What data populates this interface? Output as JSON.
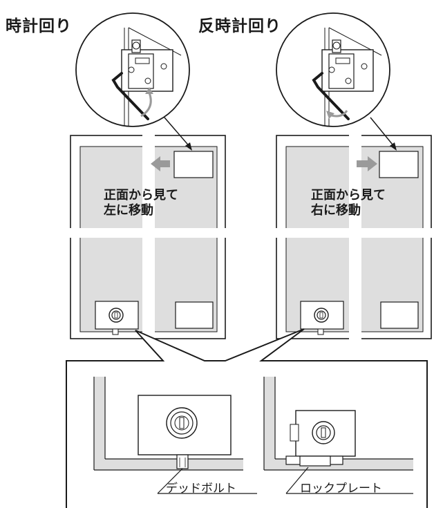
{
  "left_panel": {
    "title": "時計回り",
    "caption_line1": "正面から見て",
    "caption_line2": "左に移動"
  },
  "right_panel": {
    "title": "反時計回り",
    "caption_line1": "正面から見て",
    "caption_line2": "右に移動"
  },
  "detail": {
    "left_label": "デッドボルト",
    "right_label": "ロックプレート"
  },
  "colors": {
    "door_gray": "#dedede",
    "arrow_gray": "#9a9a9a",
    "line": "#1a1a1a"
  },
  "icons": [
    "hex-wrench-icon",
    "rotation-arrow-icon",
    "move-left-arrow-icon",
    "move-right-arrow-icon",
    "key-cylinder-icon"
  ]
}
